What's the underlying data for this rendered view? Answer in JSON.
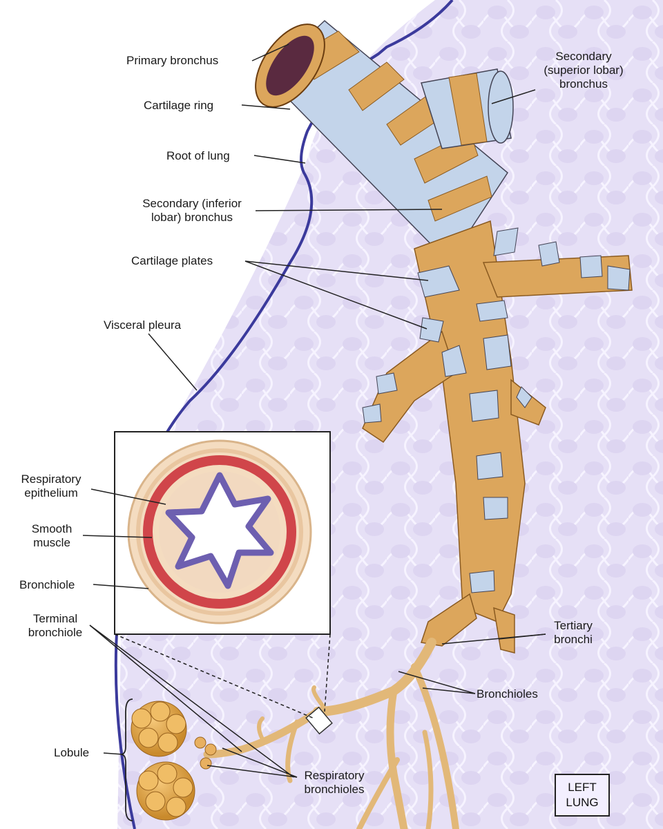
{
  "labels": {
    "primary_bronchus": "Primary bronchus",
    "cartilage_ring": "Cartilage ring",
    "root_of_lung": "Root of lung",
    "secondary_inferior": [
      "Secondary (inferior",
      "lobar) bronchus"
    ],
    "cartilage_plates": "Cartilage plates",
    "visceral_pleura": "Visceral pleura",
    "secondary_superior": [
      "Secondary",
      "(superior lobar)",
      "bronchus"
    ],
    "respiratory_epithelium": [
      "Respiratory",
      "epithelium"
    ],
    "smooth_muscle": [
      "Smooth",
      "muscle"
    ],
    "bronchiole": "Bronchiole",
    "terminal_bronchiole": [
      "Terminal",
      "bronchiole"
    ],
    "lobule": "Lobule",
    "tertiary_bronchi": [
      "Tertiary",
      "bronchi"
    ],
    "bronchioles": "Bronchioles",
    "respiratory_bronchioles": [
      "Respiratory",
      "bronchioles"
    ],
    "left_lung": [
      "LEFT",
      "LUNG"
    ]
  },
  "colors": {
    "lung_tissue": "#e4ddf5",
    "cartilage": "#c3d4ea",
    "bronchus_tissue": "#dca65c",
    "pleura": "#3b3a9c",
    "smooth_muscle": "#d0454a",
    "epithelium": "#6d5fb0"
  }
}
